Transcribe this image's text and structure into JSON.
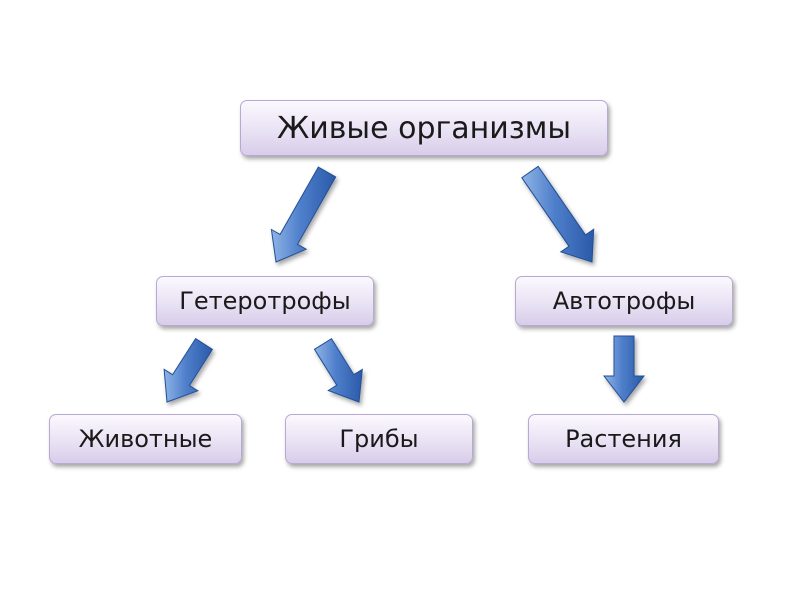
{
  "diagram": {
    "root": {
      "label": "Живые организмы"
    },
    "heterotrophs": {
      "label": "Гетеротрофы"
    },
    "autotrophs": {
      "label": "Автотрофы"
    },
    "animals": {
      "label": "Животные"
    },
    "fungi": {
      "label": "Грибы"
    },
    "plants": {
      "label": "Растения"
    }
  },
  "colors": {
    "box_fill_top": "#fbf9fe",
    "box_fill_bottom": "#d8cdea",
    "box_border": "#b7a9cf",
    "arrow_light": "#6f9ad8",
    "arrow_dark": "#2a5aa8"
  },
  "edges": [
    {
      "from": "root",
      "to": "heterotrophs"
    },
    {
      "from": "root",
      "to": "autotrophs"
    },
    {
      "from": "heterotrophs",
      "to": "animals"
    },
    {
      "from": "heterotrophs",
      "to": "fungi"
    },
    {
      "from": "autotrophs",
      "to": "plants"
    }
  ]
}
